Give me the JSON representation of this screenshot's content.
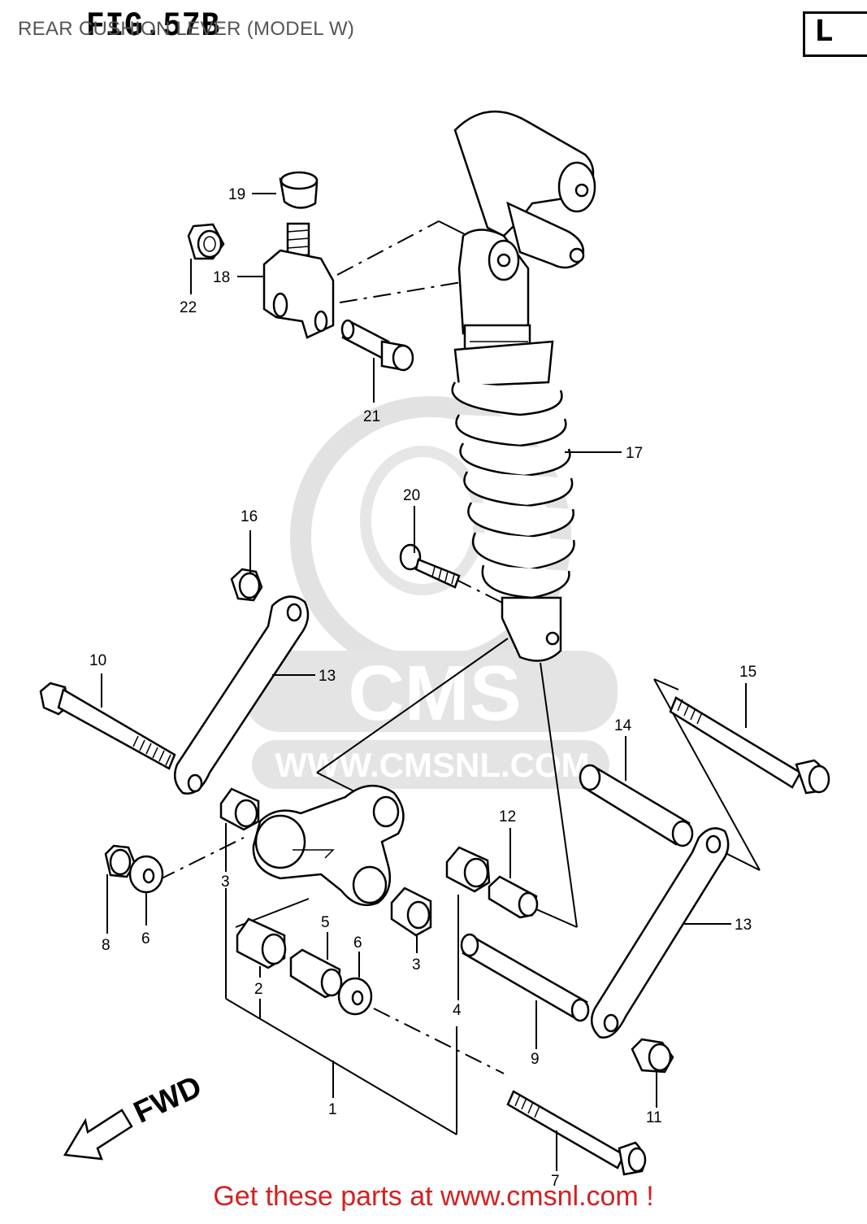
{
  "diagram": {
    "caption": "REAR CUSHION LEVER (MODEL W)",
    "figure_label": "FIG.57B",
    "corner_label": "L",
    "direction_label": "FWD",
    "watermark": {
      "brand": "CMS",
      "url": "WWW.CMSNL.COM"
    },
    "footer": "Get these parts at www.cmsnl.com !",
    "callouts": {
      "c1": "1",
      "c2": "2",
      "c3a": "3",
      "c3b": "3",
      "c4": "4",
      "c5": "5",
      "c6a": "6",
      "c6b": "6",
      "c7": "7",
      "c8": "8",
      "c9": "9",
      "c10": "10",
      "c11": "11",
      "c12": "12",
      "c13a": "13",
      "c13b": "13",
      "c14": "14",
      "c15": "15",
      "c16": "16",
      "c17": "17",
      "c18": "18",
      "c19": "19",
      "c20": "20",
      "c21": "21",
      "c22": "22"
    }
  }
}
